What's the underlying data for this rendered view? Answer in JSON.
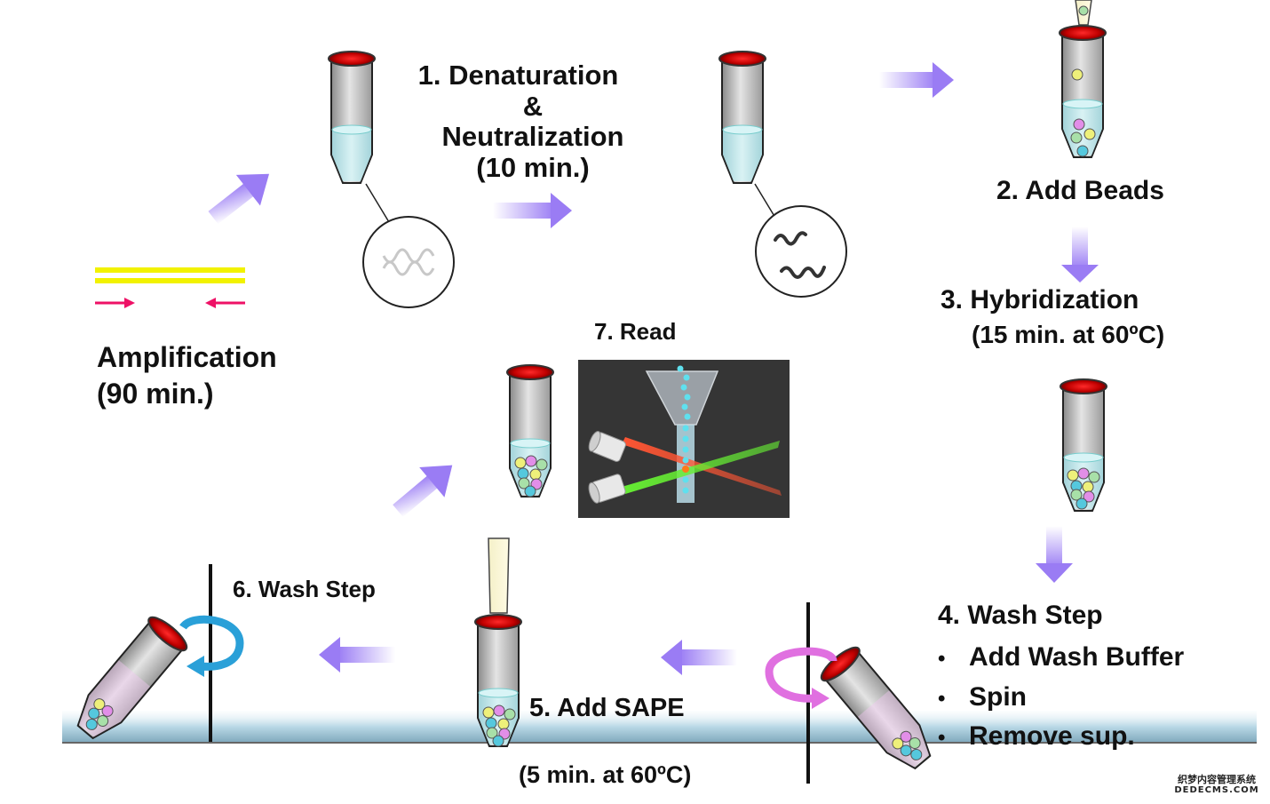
{
  "steps": {
    "amplification": {
      "title": "Amplification",
      "time": "(90 min.)"
    },
    "denaturation": {
      "line1": "1. Denaturation",
      "line2": "&",
      "line3": "Neutralization",
      "time": "(10 min.)"
    },
    "add_beads": {
      "title": "2. Add Beads"
    },
    "hybridization": {
      "title": "3. Hybridization",
      "time": "(15  min. at 60ºC)"
    },
    "wash4": {
      "title": "4. Wash Step",
      "bullets": [
        "Add Wash Buffer",
        "Spin",
        "Remove sup."
      ],
      "bullet_glyph": "•"
    },
    "add_sape": {
      "title": "5. Add SAPE",
      "time": "(5 min. at 60ºC)"
    },
    "wash6": {
      "title": "6. Wash Step"
    },
    "read": {
      "title": "7. Read"
    }
  },
  "watermark": {
    "line1": "织梦内容管理系统",
    "line2": "DEDECMS.COM"
  },
  "colors": {
    "arrow": "#9a7cf4",
    "tube_cap": "#d10000",
    "liquid": "#bfe9ee",
    "amplicon": "#f2f200",
    "primer": "#ee1166",
    "spin_blue": "#2aa0d8",
    "spin_pink": "#e070e0",
    "laser_red": "#ff5533",
    "laser_green": "#66ee33"
  },
  "icons": [
    "tube-icon",
    "dna-double-helix-icon",
    "single-strand-dna-icon",
    "bead-icon",
    "pipette-tip-icon",
    "spin-rotation-icon",
    "flow-cytometer-laser-icon",
    "flow-arrow-icon"
  ]
}
